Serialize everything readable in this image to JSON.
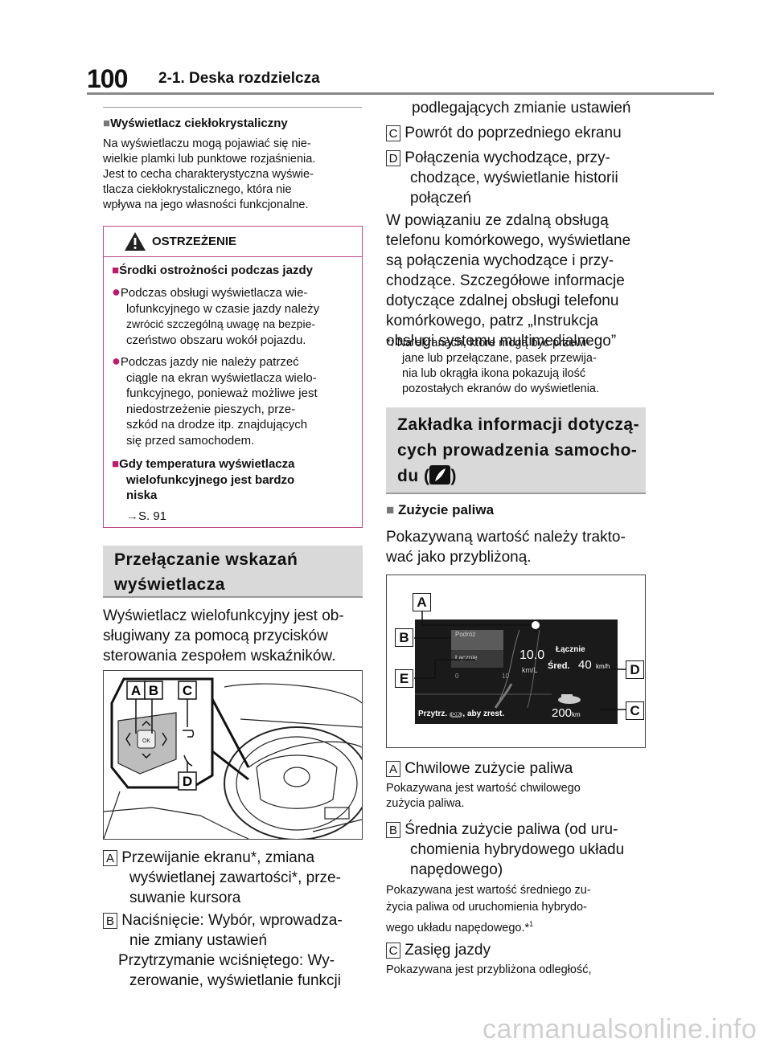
{
  "header": {
    "page_number": "100",
    "chapter": "2-1. Deska rozdzielcza"
  },
  "lcd": {
    "heading": "Wyświetlacz ciekłokrystaliczny",
    "body": [
      "Na wyświetlaczu mogą pojawiać się nie-",
      "wielkie plamki lub punktowe rozjaśnienia.",
      "Jest to cecha charakterystyczna wyświe-",
      "tlacza ciekłokrystalicznego, która nie",
      "wpływa na jego własności funkcjonalne."
    ]
  },
  "warning": {
    "title": "OSTRZEŻENIE",
    "section1_title": "Środki ostrożności podczas jazdy",
    "bullet1": [
      "Podczas obsługi wyświetlacza wie-",
      "lofunkcyjnego w czasie jazdy należy",
      "zwrócić szczególną uwagę na bezpie-",
      "czeństwo obszaru wokół pojazdu."
    ],
    "bullet2": [
      "Podczas jazdy nie należy patrzeć",
      "ciągle na ekran wyświetlacza wielo-",
      "funkcyjnego, ponieważ możliwe jest",
      "niedostrzeżenie pieszych, prze-",
      "szkód na drodze itp. znajdujących",
      "się przed samochodem."
    ],
    "section2_title": [
      "Gdy temperatura wyświetlacza",
      "wielofunkcyjnego jest bardzo",
      "niska"
    ],
    "ref": "S. 91"
  },
  "switching": {
    "title": [
      "Przełączanie wskazań",
      "wyświetlacza"
    ],
    "body": [
      "Wyświetlacz wielofunkcyjny jest ob-",
      "sługiwany za pomocą przycisków",
      "sterowania zespołem wskaźników."
    ]
  },
  "steering_labels": {
    "a": "A",
    "b": "B",
    "c": "C",
    "d": "D",
    "ok": "OK"
  },
  "items_left": {
    "a_label": "A",
    "a_text": [
      "Przewijanie ekranu*, zmiana",
      "wyświetlanej zawartości*, prze-",
      "suwanie kursora"
    ],
    "b_label": "B",
    "b_text": [
      "Naciśnięcie: Wybór, wprowadza-",
      "nie zmiany ustawień"
    ],
    "b_text2": [
      "Przytrzymanie wciśniętego: Wy-",
      "zerowanie, wyświetlanie funkcji"
    ]
  },
  "items_right": {
    "b_cont": "podlegających zmianie ustawień",
    "c_label": "C",
    "c_text": "Powrót do poprzedniego ekranu",
    "d_label": "D",
    "d_text": [
      "Połączenia wychodzące, przy-",
      "chodzące, wyświetlanie historii",
      "połączeń"
    ],
    "para": [
      "W powiązaniu ze zdalną obsługą",
      "telefonu komórkowego, wyświetlane",
      "są połączenia wychodzące i przy-",
      "chodzące. Szczegółowe informacje",
      "dotyczące zdalnej obsługi telefonu",
      "komórkowego, patrz „Instrukcja",
      "obsługi systemu multimedialnego”"
    ],
    "footnote": [
      "*: Na ekranach, które mogą być przewi-",
      "jane lub przełączane, pasek przewija-",
      "nia lub okrągła ikona pokazują ilość",
      "pozostałych ekranów do wyświetlenia."
    ]
  },
  "driving_info": {
    "title1": "Zakładka informacji dotyczą-",
    "title2": "cych prowadzenia samocho-",
    "title3_pre": "du (",
    "title3_post": ")",
    "fuel_heading": "Zużycie paliwa",
    "fuel_body": [
      "Pokazywaną wartość należy trakto-",
      "wać jako przybliżoną."
    ]
  },
  "display": {
    "callouts": {
      "a": "A",
      "b": "B",
      "e": "E",
      "d": "D",
      "c": "C"
    },
    "trip_label": "Podróż",
    "total_label": "Łącznie",
    "value_inst": "10.0",
    "unit_kml": "km/L",
    "scale_0": "0",
    "scale_10": "10",
    "avg_title": "Łącznie",
    "avg_label": "Śred.",
    "avg_value": "40",
    "avg_unit": "km/h",
    "prompt_pre": "Przytrz.",
    "prompt_ok": "OK",
    "prompt_post": ", aby zrest.",
    "range_value": "200",
    "range_unit": "km"
  },
  "fuel_items": {
    "a_label": "A",
    "a_title": "Chwilowe zużycie paliwa",
    "a_body": [
      "Pokazywana jest wartość chwilowego",
      "zużycia paliwa."
    ],
    "b_label": "B",
    "b_title": [
      "Średnia zużycie paliwa (od uru-",
      "chomienia hybrydowego układu",
      "napędowego)"
    ],
    "b_body": [
      "Pokazywana jest wartość średniego zu-",
      "życia paliwa od uruchomienia hybrydo-",
      "wego układu napędowego.*"
    ],
    "b_sup": "1",
    "c_label": "C",
    "c_title": "Zasięg jazdy",
    "c_body": "Pokazywana jest przybliżona odległość,"
  },
  "watermark": "carmanualsonline.info"
}
